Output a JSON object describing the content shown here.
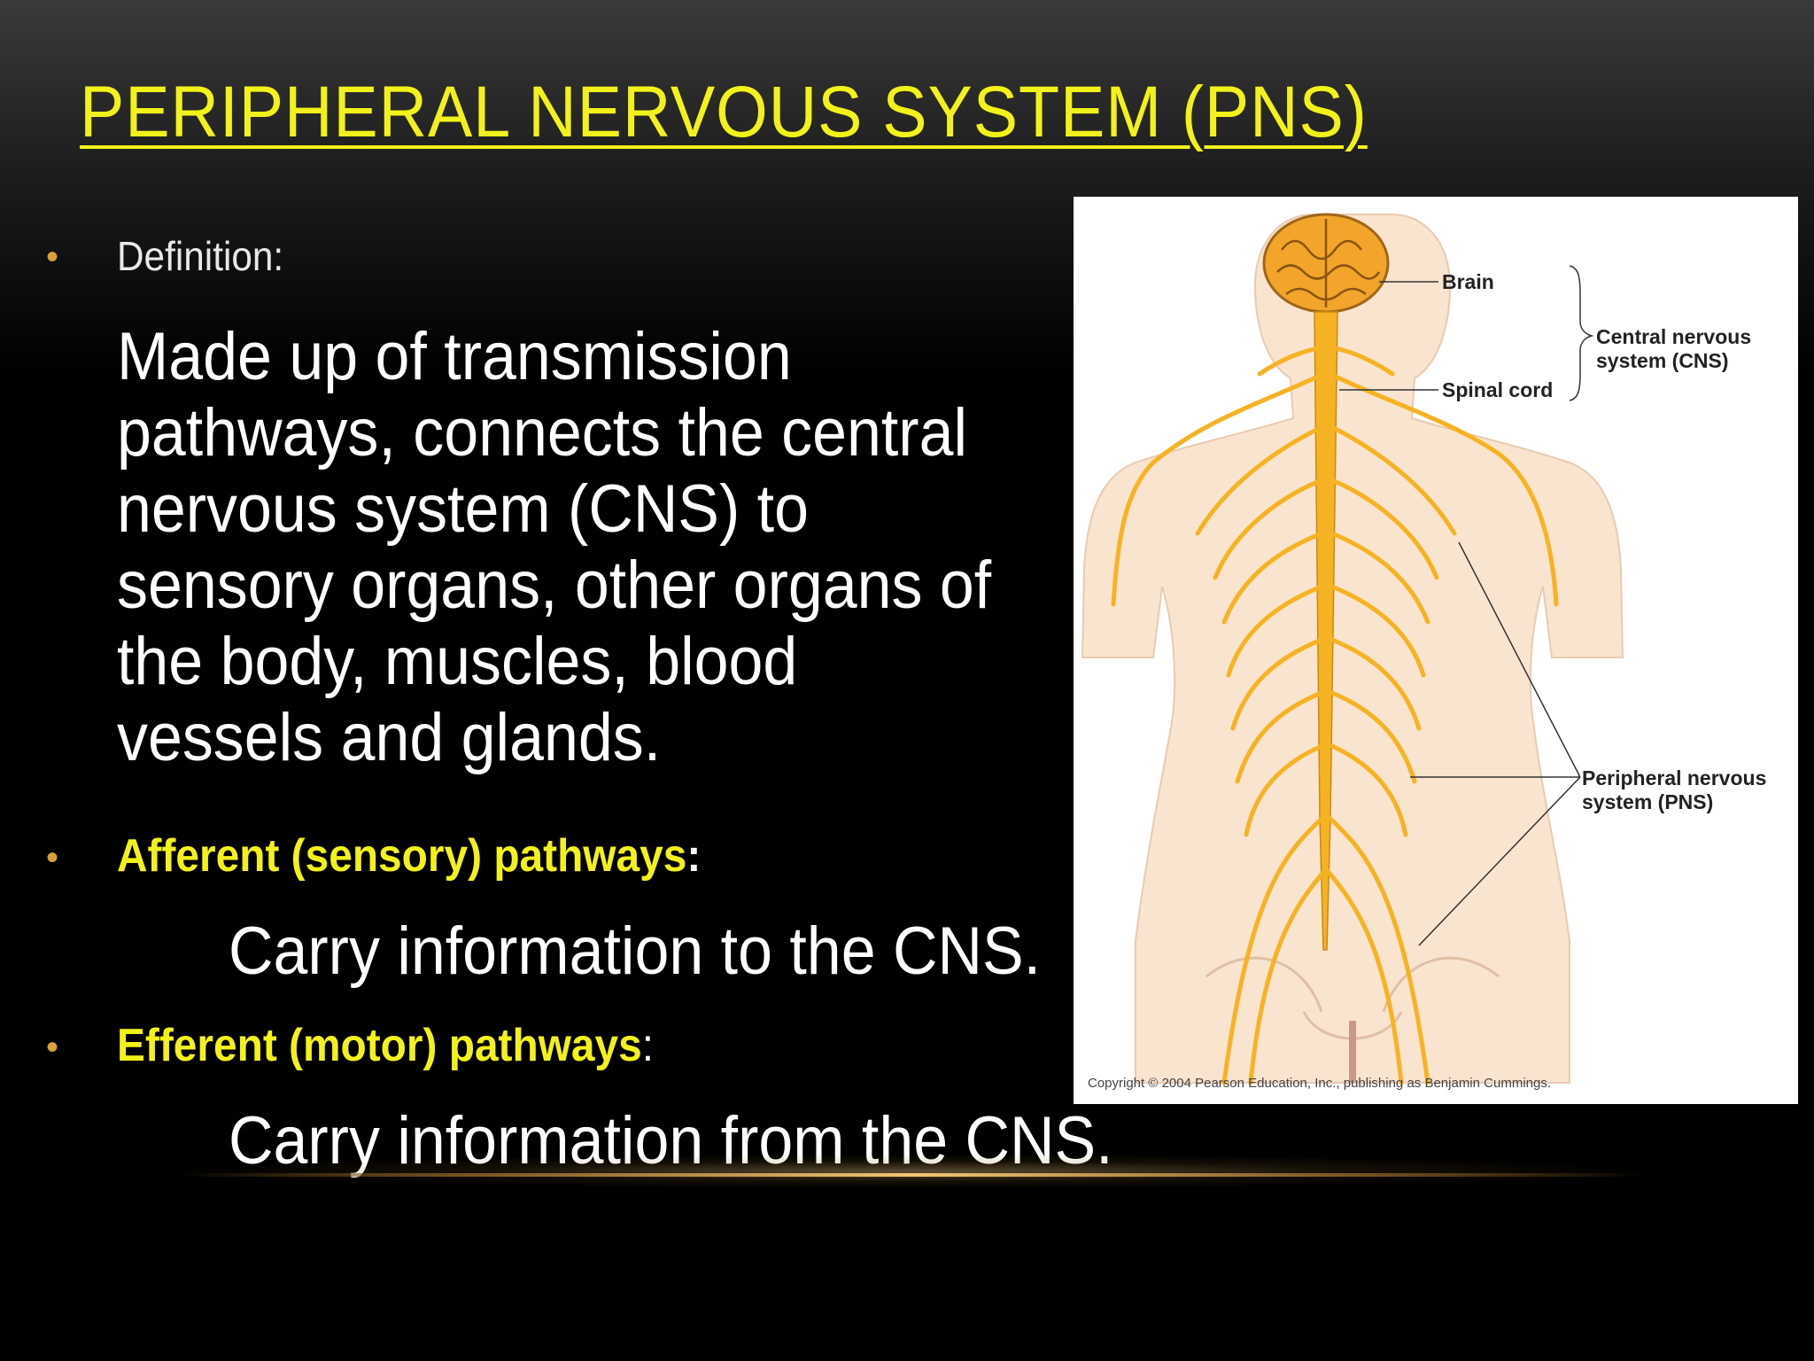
{
  "slide": {
    "title": "PERIPHERAL NERVOUS SYSTEM (PNS)",
    "definition_label": "Definition:",
    "definition_text": "Made up of transmission pathways, connects the central nervous system (CNS) to sensory organs, other organs of the body, muscles, blood vessels and glands.",
    "afferent": {
      "heading": "Afferent (sensory) pathways",
      "separator": ":",
      "description": "Carry information to the CNS."
    },
    "efferent": {
      "heading": "Efferent (motor) pathways",
      "separator": ":",
      "description": "Carry information from the CNS."
    },
    "bullet_glyph": "•"
  },
  "figure": {
    "labels": {
      "brain": "Brain",
      "spinal_cord": "Spinal cord",
      "cns": "Central nervous system (CNS)",
      "pns": "Peripheral nervous system (PNS)"
    },
    "copyright": "Copyright © 2004 Pearson Education, Inc., publishing as Benjamin Cummings."
  },
  "colors": {
    "title": "#f2f21a",
    "bullet": "#d9a13a",
    "nerve": "#f5b324",
    "skin": "#f9e4d0"
  }
}
